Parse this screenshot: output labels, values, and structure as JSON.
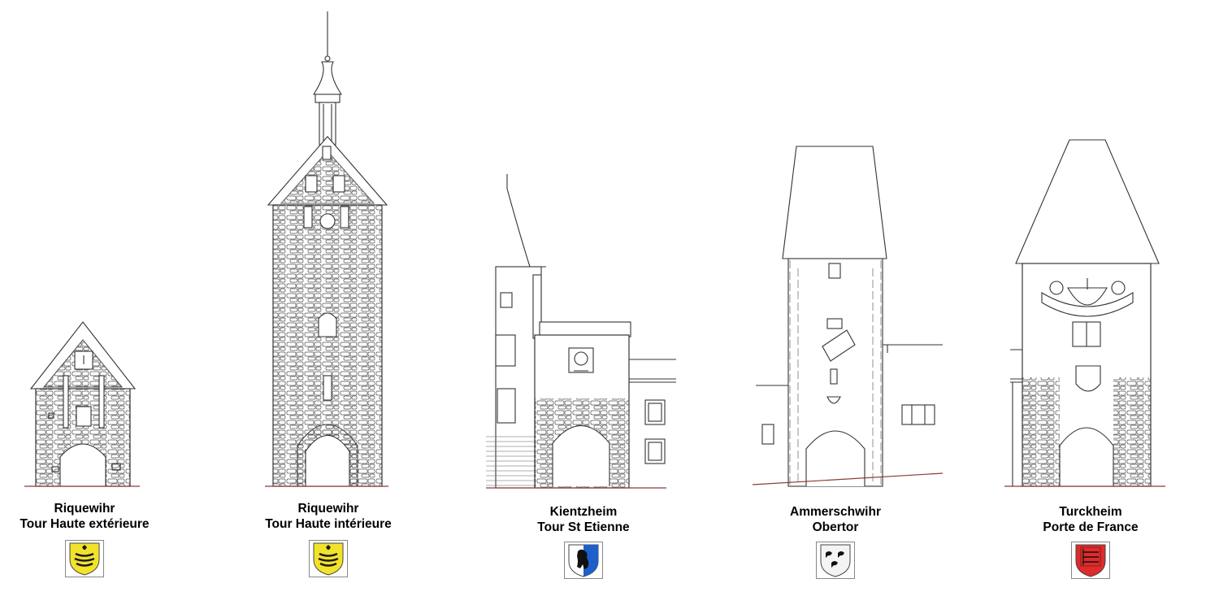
{
  "towers": [
    {
      "id": "riquewihr-exterieure",
      "town": "Riquewihr",
      "name": "Tour Haute extérieure",
      "shield": {
        "type": "wurttemberg",
        "colors": [
          "#f2e32a",
          "#1a1a1a"
        ]
      }
    },
    {
      "id": "riquewihr-interieure",
      "town": "Riquewihr",
      "name": "Tour Haute intérieure",
      "shield": {
        "type": "wurttemberg",
        "colors": [
          "#f2e32a",
          "#1a1a1a"
        ]
      }
    },
    {
      "id": "kientzheim",
      "town": "Kientzheim",
      "name": "Tour St Etienne",
      "shield": {
        "type": "bear",
        "colors": [
          "#ffffff",
          "#1f5fc9",
          "#111111"
        ]
      }
    },
    {
      "id": "ammerschwihr",
      "town": "Ammerschwihr",
      "name": "Obertor",
      "shield": {
        "type": "birds",
        "colors": [
          "#f4f4f4",
          "#111111"
        ]
      }
    },
    {
      "id": "turckheim",
      "town": "Turckheim",
      "name": "Porte de France",
      "shield": {
        "type": "gate",
        "colors": [
          "#e12a2a",
          "#111111"
        ]
      }
    }
  ],
  "colors": {
    "line": "#333333",
    "ground": "#8b3a3a",
    "shield_border": "#888888"
  }
}
